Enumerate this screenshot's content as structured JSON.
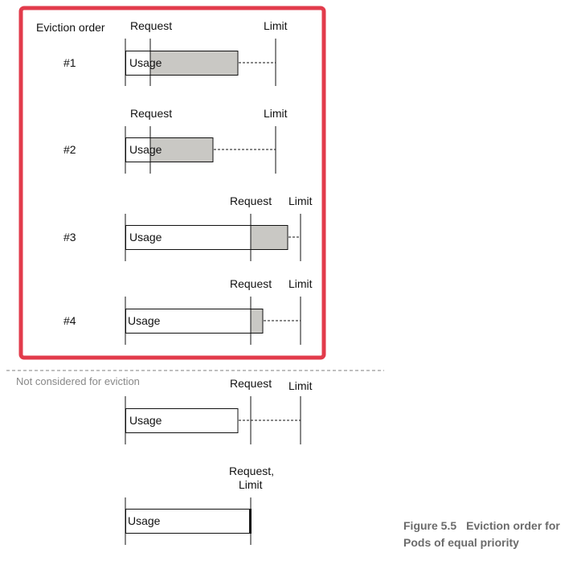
{
  "eviction_order_label": "Eviction order",
  "not_considered_label": "Not considered for eviction",
  "highlight_color": "#e23b4b",
  "over_request_fill": "#c9c8c4",
  "rows": [
    {
      "rank": "#1",
      "usage_label": "Usage",
      "request_label": "Request",
      "limit_label": "Limit"
    },
    {
      "rank": "#2",
      "usage_label": "Usage",
      "request_label": "Request",
      "limit_label": "Limit"
    },
    {
      "rank": "#3",
      "usage_label": "Usage",
      "request_label": "Request",
      "limit_label": "Limit"
    },
    {
      "rank": "#4",
      "usage_label": "Usage",
      "request_label": "Request",
      "limit_label": "Limit"
    }
  ],
  "not_considered": [
    {
      "usage_label": "Usage",
      "request_label": "Request",
      "limit_label": "Limit"
    },
    {
      "usage_label": "Usage",
      "request_limit_label_1": "Request,",
      "request_limit_label_2": "Limit"
    }
  ],
  "caption": {
    "figure": "Figure 5.5",
    "text_line1": "Eviction order for",
    "text_line2": "Pods of equal priority"
  }
}
